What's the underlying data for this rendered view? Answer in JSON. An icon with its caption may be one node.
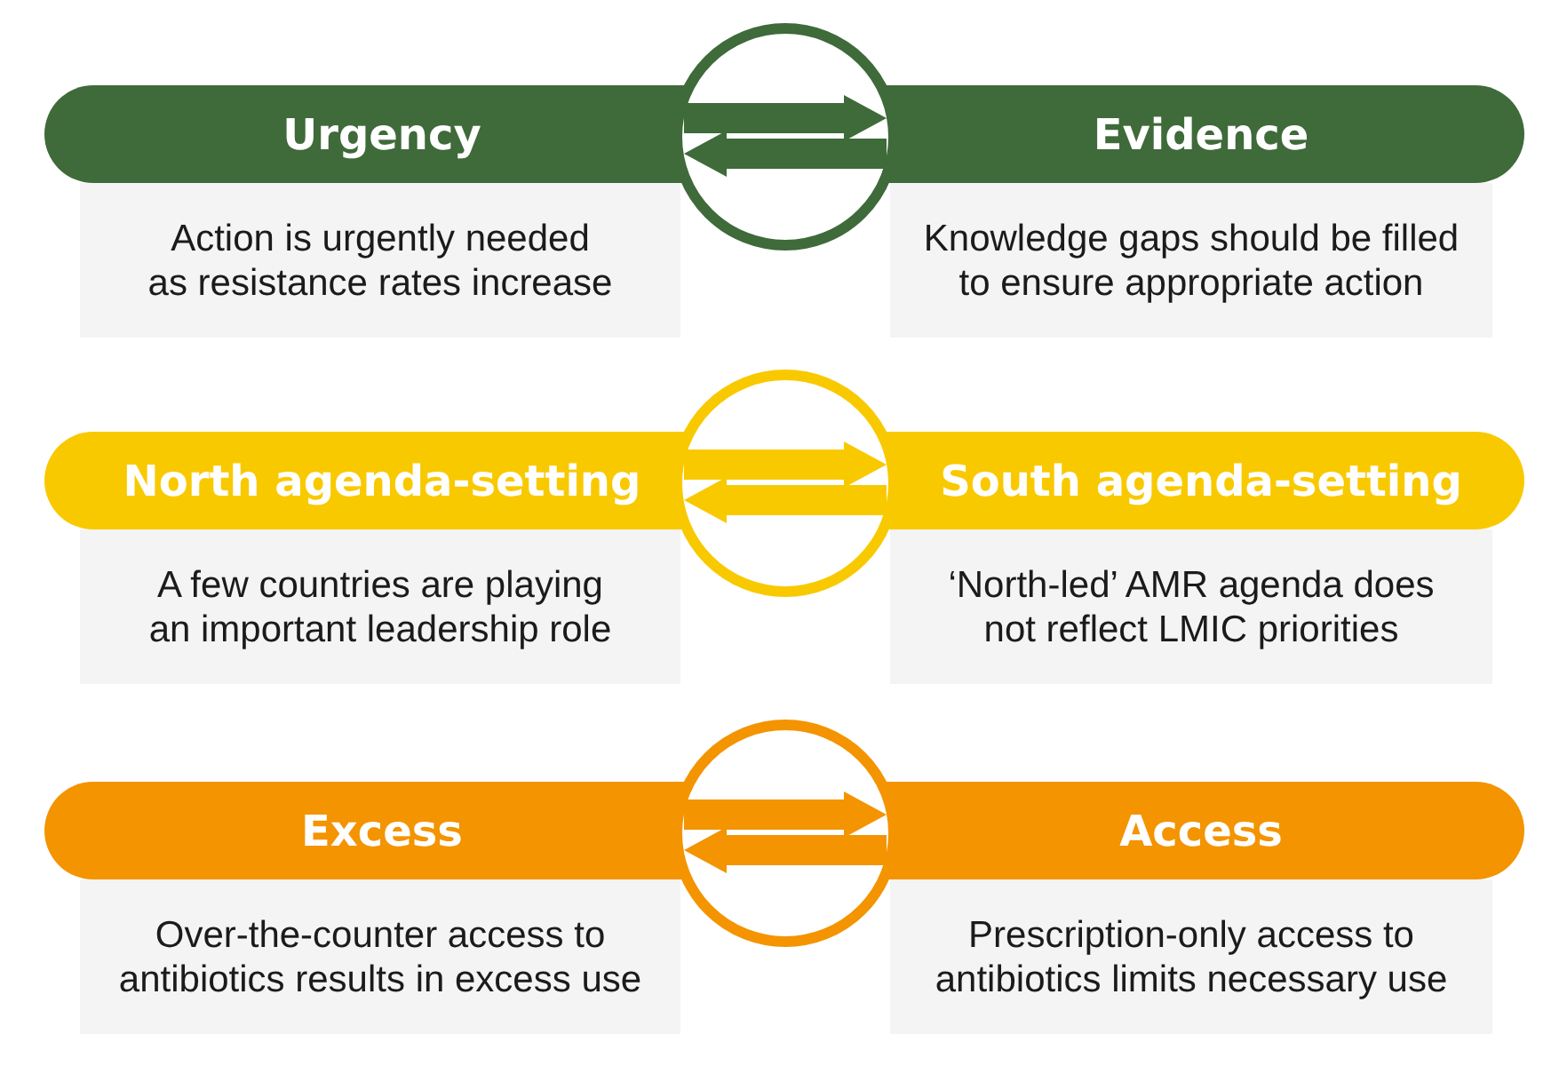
{
  "diagram": {
    "nodes": [
      {
        "text": [
          "Urgency",
          "Action is urgently needed as resistance rates increase"
        ]
      },
      {
        "text": [
          "Evidence",
          "Knowledge gaps should be filled to ensure appropriate action"
        ]
      },
      {
        "text": [
          "North agenda-setting",
          "A few countries are playing an important leadership role"
        ]
      },
      {
        "text": [
          "South agenda-setting",
          "‘North-led’ AMR agenda does not reflect LMIC priorities"
        ]
      },
      {
        "text": [
          "Excess",
          "Over-the-counter access to antibiotics results in excess use"
        ]
      },
      {
        "text": [
          "Access",
          "Prescription-only access to antibiotics limits necessary use"
        ]
      }
    ],
    "edges": [
      {
        "from": 0,
        "to": 1,
        "arrow": "to",
        "color": "#3f6a3a"
      },
      {
        "from": 1,
        "to": 0,
        "arrow": "to",
        "color": "#3f6a3a"
      },
      {
        "from": 2,
        "to": 3,
        "arrow": "to",
        "color": "#f9c900"
      },
      {
        "from": 3,
        "to": 2,
        "arrow": "to",
        "color": "#f9c900"
      },
      {
        "from": 4,
        "to": 5,
        "arrow": "to",
        "color": "#f39400"
      },
      {
        "from": 5,
        "to": 4,
        "arrow": "to",
        "color": "#f39400"
      }
    ]
  }
}
